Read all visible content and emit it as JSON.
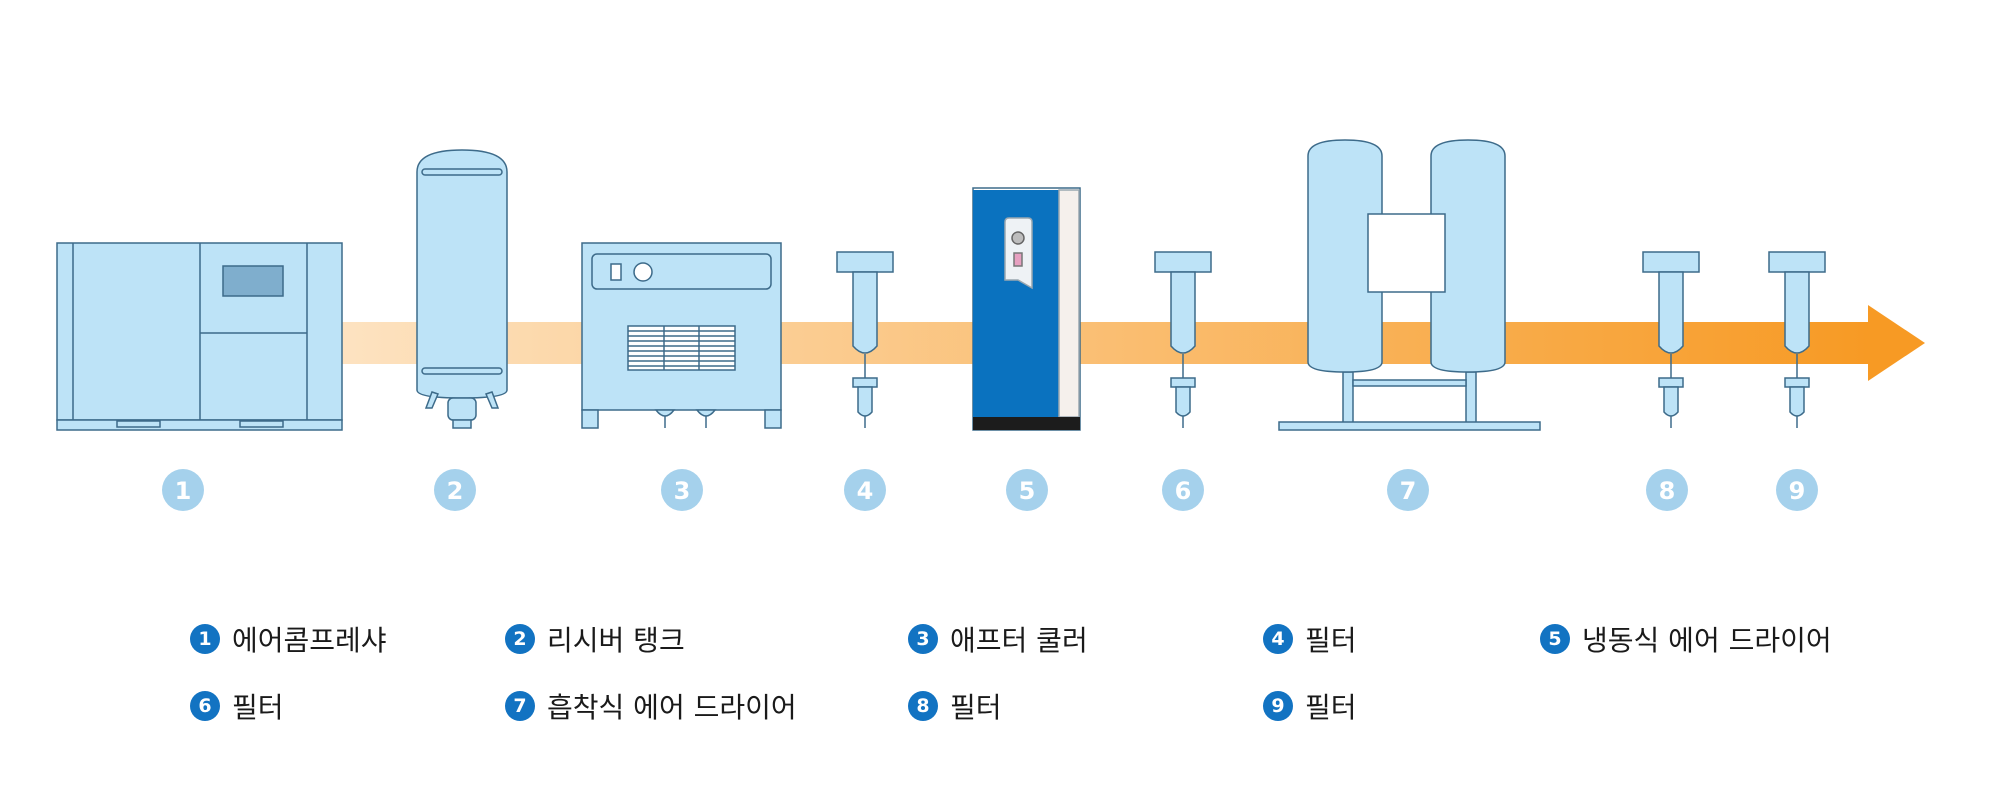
{
  "colors": {
    "equipment_fill": "#bde3f7",
    "equipment_stroke": "#3d6b8a",
    "dryer_blue": "#0a72bf",
    "number_circle": "#a5d1ec",
    "legend_badge": "#1273c2",
    "arrow_start": "#fde3c2",
    "arrow_end": "#f79a24"
  },
  "flow": {
    "direction": "left-to-right",
    "equipment": [
      {
        "number": "1",
        "name": "에어콤프레샤",
        "icon": "air-compressor-icon"
      },
      {
        "number": "2",
        "name": "리시버 탱크",
        "icon": "receiver-tank-icon"
      },
      {
        "number": "3",
        "name": "애프터 쿨러",
        "icon": "after-cooler-icon"
      },
      {
        "number": "4",
        "name": "필터",
        "icon": "filter-icon"
      },
      {
        "number": "5",
        "name": "냉동식 에어 드라이어",
        "icon": "refrigerated-dryer-icon"
      },
      {
        "number": "6",
        "name": "필터",
        "icon": "filter-icon"
      },
      {
        "number": "7",
        "name": "흡착식 에어 드라이어",
        "icon": "desiccant-dryer-icon"
      },
      {
        "number": "8",
        "name": "필터",
        "icon": "filter-icon"
      },
      {
        "number": "9",
        "name": "필터",
        "icon": "filter-icon"
      }
    ]
  }
}
